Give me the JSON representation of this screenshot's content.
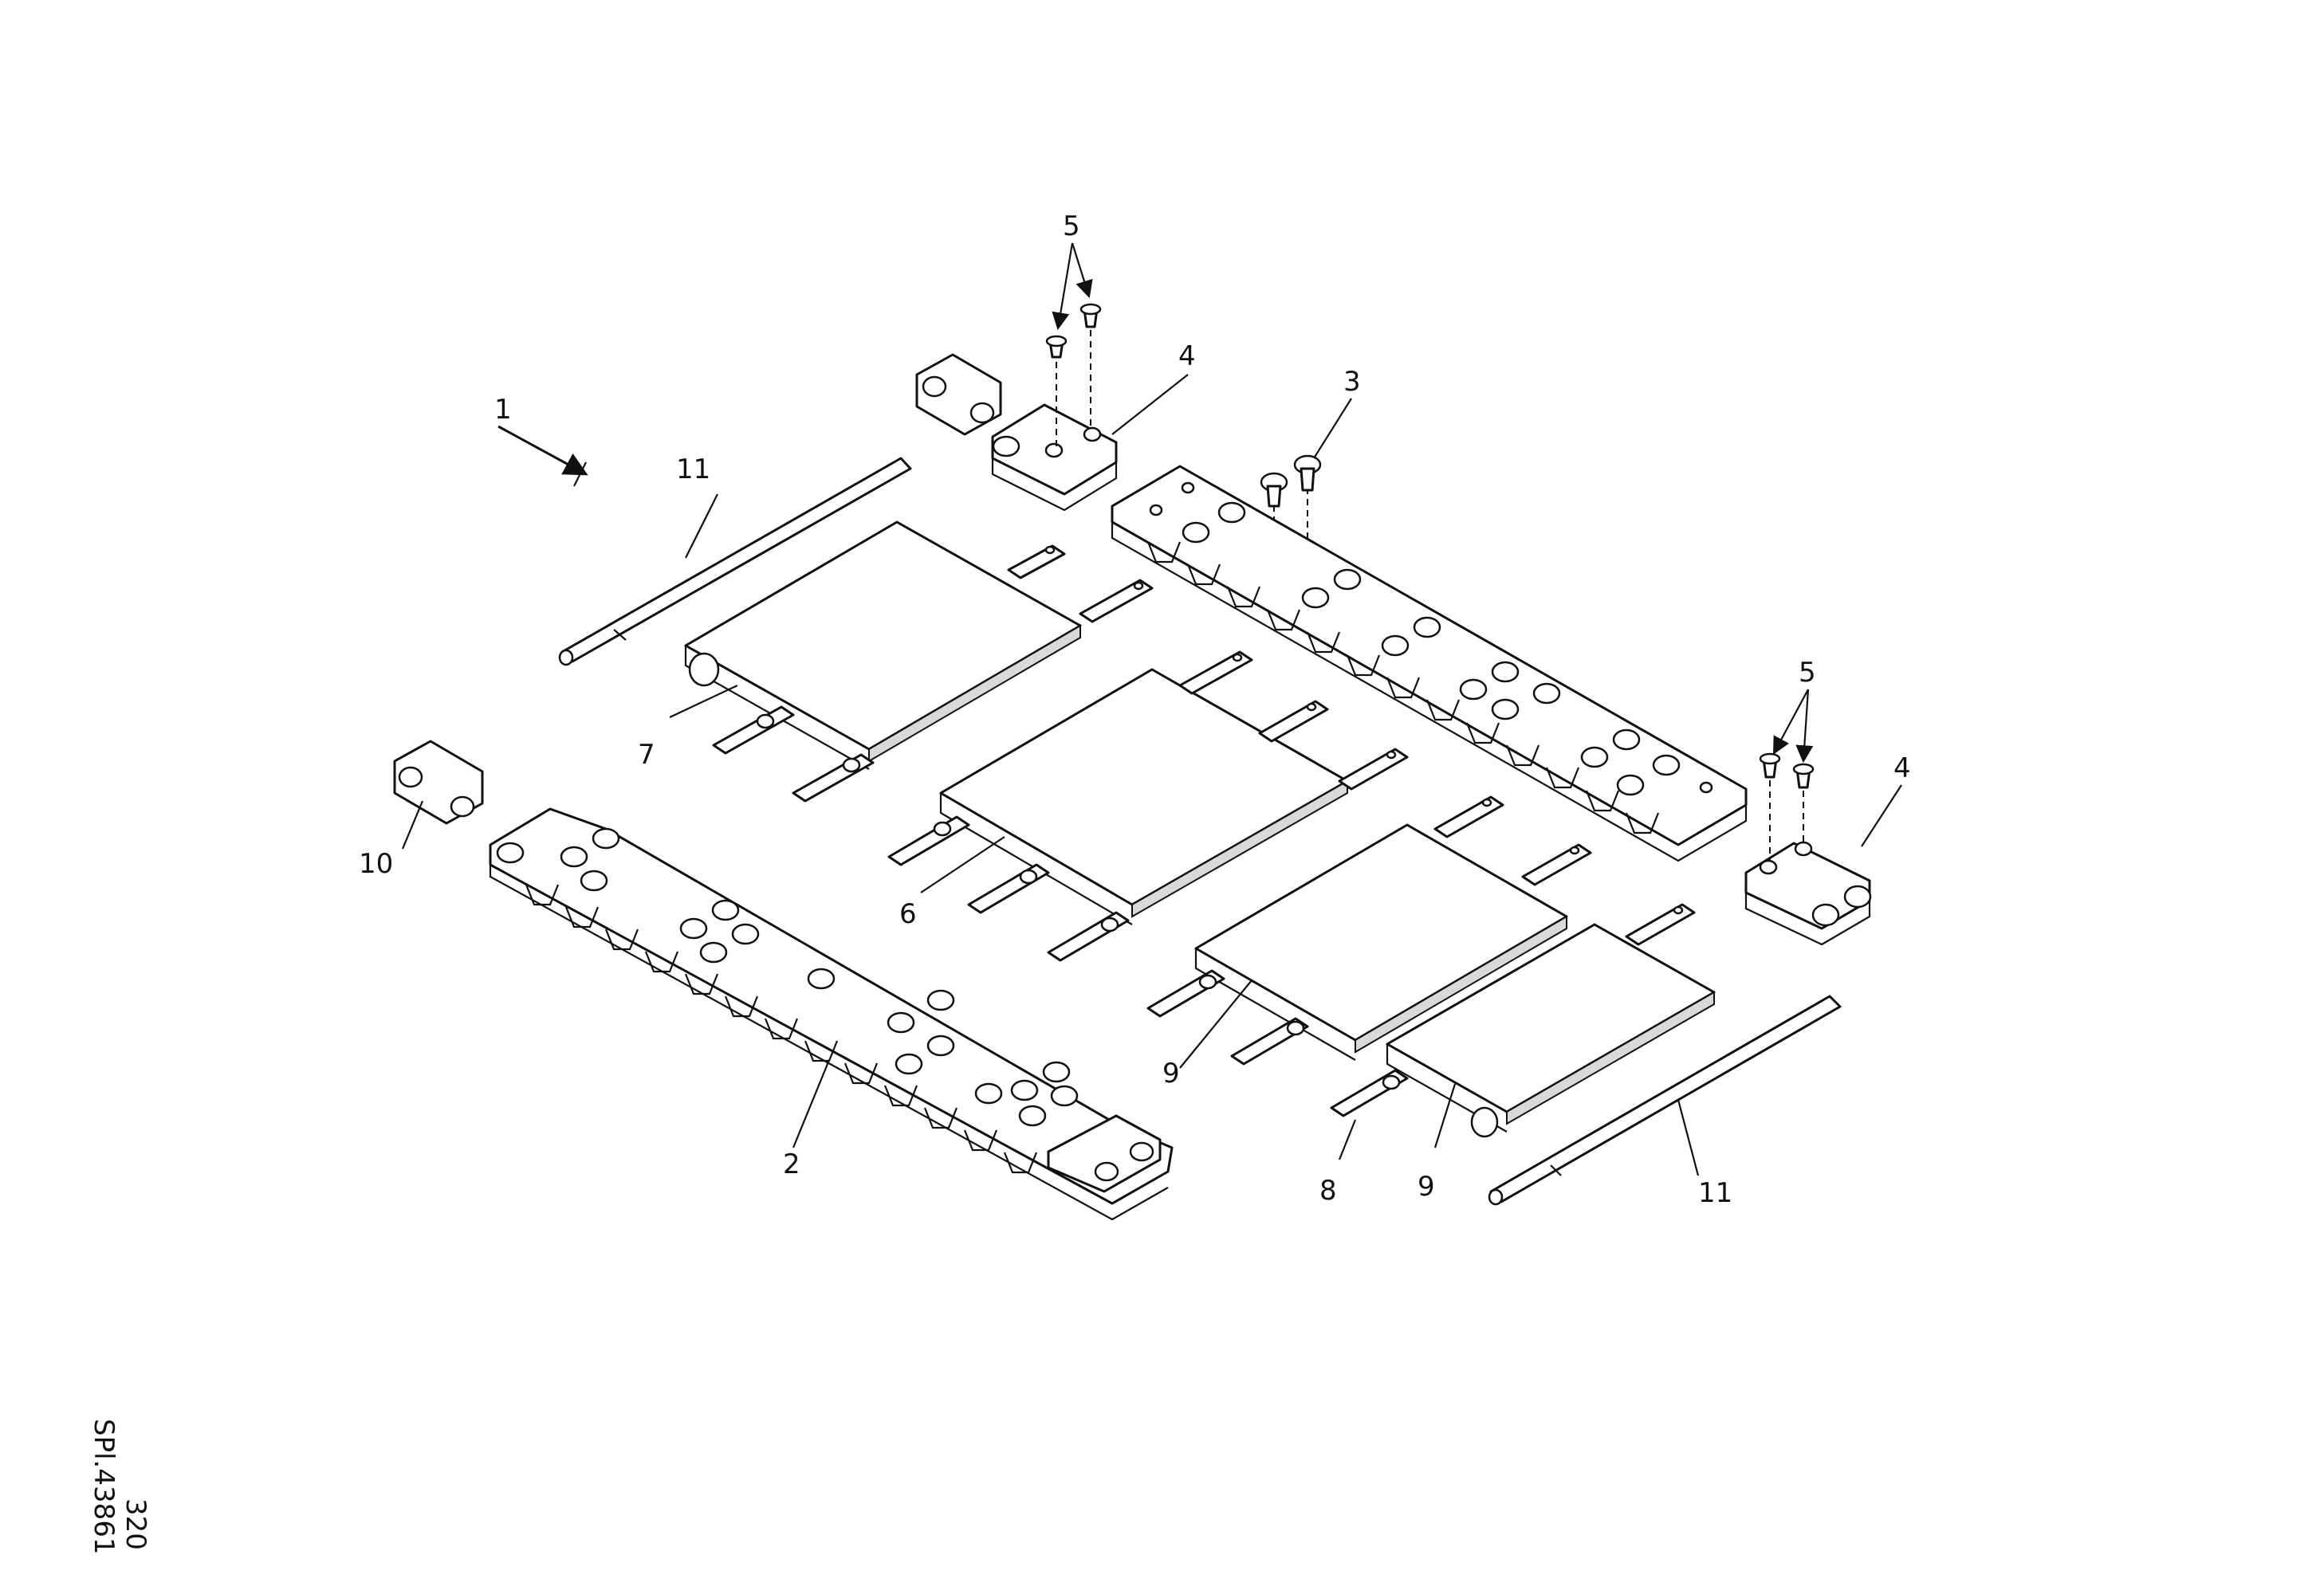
{
  "callouts": {
    "c1": "1",
    "c2": "2",
    "c3": "3",
    "c4a": "4",
    "c4b": "4",
    "c5a": "5",
    "c5b": "5",
    "c6": "6",
    "c7": "7",
    "c8": "8",
    "c9a": "9",
    "c9b": "9",
    "c10": "10",
    "c11a": "11",
    "c11b": "11"
  },
  "doc_ref": {
    "page_number": "320",
    "drawing_code": "SPl.43861"
  }
}
